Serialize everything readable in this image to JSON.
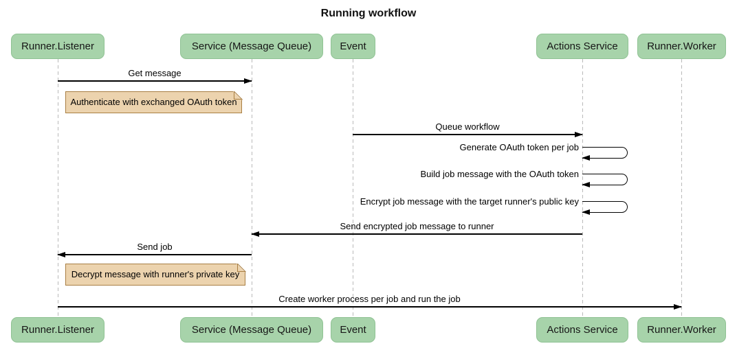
{
  "title": "Running workflow",
  "diagram_type": "sequence-diagram",
  "colors": {
    "actor_fill": "#a7d3aa",
    "actor_border": "#8fc293",
    "note_fill": "#ecd3ae",
    "note_border": "#a87e42",
    "lifeline": "#b9b9b9",
    "arrow": "#000000",
    "background": "#ffffff"
  },
  "participants": [
    {
      "name": "Runner.Listener"
    },
    {
      "name": "Service (Message Queue)"
    },
    {
      "name": "Event"
    },
    {
      "name": "Actions Service"
    },
    {
      "name": "Runner.Worker"
    }
  ],
  "messages": [
    {
      "from": "Runner.Listener",
      "to": "Service (Message Queue)",
      "label": "Get message",
      "type": "solid-arrow"
    },
    {
      "from": "Event",
      "to": "Actions Service",
      "label": "Queue workflow",
      "type": "solid-arrow"
    },
    {
      "from": "Actions Service",
      "to": "Actions Service",
      "label": "Generate OAuth token per job",
      "type": "self-loop"
    },
    {
      "from": "Actions Service",
      "to": "Actions Service",
      "label": "Build job message with the OAuth token",
      "type": "self-loop"
    },
    {
      "from": "Actions Service",
      "to": "Actions Service",
      "label": "Encrypt job message with the target runner's public key",
      "type": "self-loop"
    },
    {
      "from": "Actions Service",
      "to": "Service (Message Queue)",
      "label": "Send encrypted job message to runner",
      "type": "solid-arrow"
    },
    {
      "from": "Service (Message Queue)",
      "to": "Runner.Listener",
      "label": "Send job",
      "type": "solid-arrow"
    },
    {
      "from": "Runner.Listener",
      "to": "Runner.Worker",
      "label": "Create worker process per job and run the job",
      "type": "solid-arrow"
    }
  ],
  "notes": [
    {
      "over": "Runner.Listener / Service (Message Queue)",
      "text": "Authenticate with exchanged OAuth token"
    },
    {
      "over": "Runner.Listener / Service (Message Queue)",
      "text": "Decrypt message with runner's private key"
    }
  ]
}
